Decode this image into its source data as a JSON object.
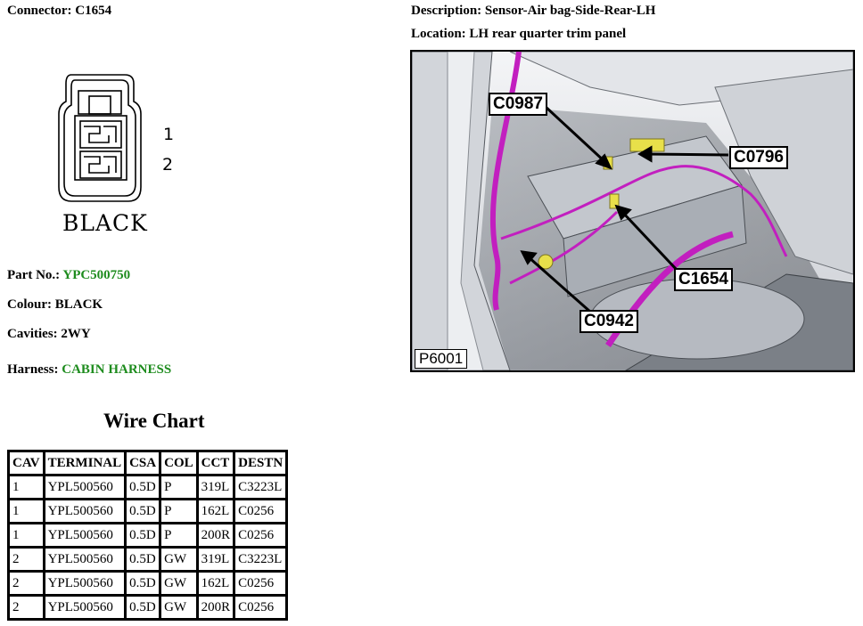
{
  "header": {
    "connector_label": "Connector: C1654",
    "description_label": "Description: Sensor-Air bag-Side-Rear-LH",
    "location_label": "Location: LH rear quarter trim panel"
  },
  "connector": {
    "color_label": "BLACK",
    "pins": [
      "1",
      "2"
    ]
  },
  "details": {
    "part_no_label": "Part No.:",
    "part_no_value": "YPC500750",
    "colour_label": "Colour: BLACK",
    "cavities_label": "Cavities: 2WY",
    "harness_label": "Harness:",
    "harness_value": "CABIN HARNESS"
  },
  "wire_chart": {
    "title": "Wire Chart",
    "columns": [
      "CAV",
      "TERMINAL",
      "CSA",
      "COL",
      "CCT",
      "DESTN"
    ],
    "rows": [
      [
        "1",
        "YPL500560",
        "0.5D",
        "P",
        "319L",
        "C3223L"
      ],
      [
        "1",
        "YPL500560",
        "0.5D",
        "P",
        "162L",
        "C0256"
      ],
      [
        "1",
        "YPL500560",
        "0.5D",
        "P",
        "200R",
        "C0256"
      ],
      [
        "2",
        "YPL500560",
        "0.5D",
        "GW",
        "319L",
        "C3223L"
      ],
      [
        "2",
        "YPL500560",
        "0.5D",
        "GW",
        "162L",
        "C0256"
      ],
      [
        "2",
        "YPL500560",
        "0.5D",
        "GW",
        "200R",
        "C0256"
      ]
    ]
  },
  "photo": {
    "callouts": [
      "C0987",
      "C0796",
      "C1654",
      "C0942"
    ],
    "reference": "P6001",
    "colors": {
      "harness": "#c21fbf",
      "connector": "#e8e04a",
      "panel": "#d9dbe0"
    }
  }
}
